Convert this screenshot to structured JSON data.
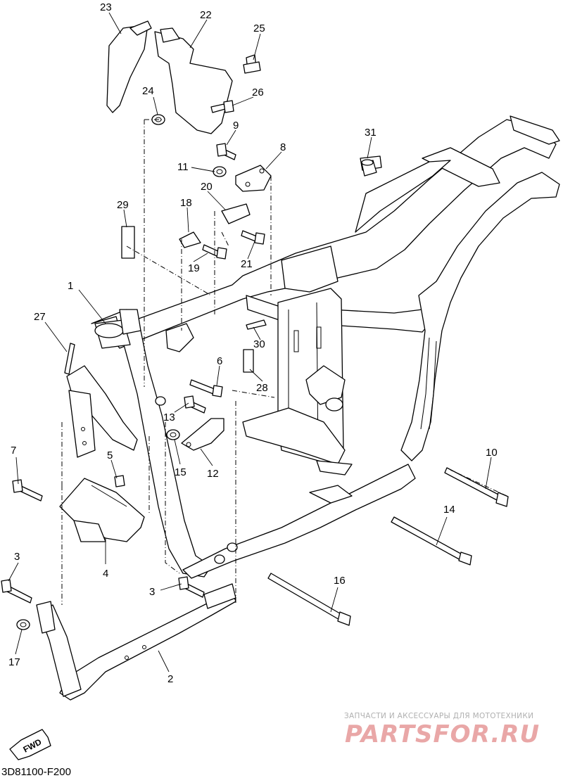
{
  "callouts": [
    "1",
    "2",
    "3",
    "3",
    "4",
    "5",
    "6",
    "7",
    "8",
    "9",
    "10",
    "11",
    "12",
    "13",
    "14",
    "15",
    "16",
    "17",
    "18",
    "19",
    "20",
    "21",
    "22",
    "23",
    "24",
    "25",
    "26",
    "27",
    "28",
    "29",
    "30",
    "31"
  ],
  "diagram_code": "3D81100-F200",
  "direction_label": "FWD",
  "watermark": {
    "tagline": "ЗАПЧАСТИ И АКСЕССУАРЫ ДЛЯ МОТОТЕХНИКИ",
    "brand": "PARTSFOR.RU"
  }
}
